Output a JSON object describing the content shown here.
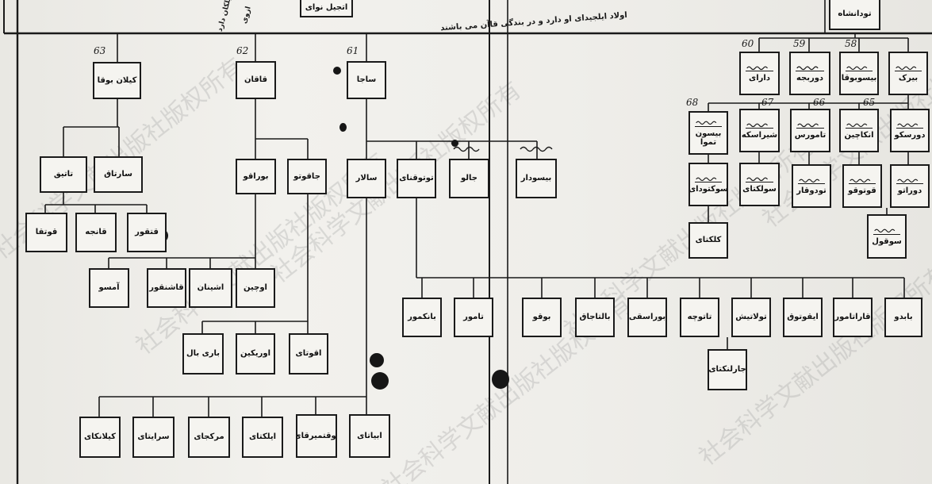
{
  "watermark": "社会科学文献出版社版权所有",
  "header_note": "اولاد ایلجیدای او دارد و در بندگی قاآن می باشند",
  "top_left_notes": [
    "ایلکان دارد",
    "ازوی"
  ],
  "top_box": "اتجیل نوای",
  "top_right_box": "تودانشاه",
  "numbers": {
    "n63": "63",
    "n62": "62",
    "n61": "61",
    "n60": "60",
    "n59": "59",
    "n58": "58",
    "n68": "68",
    "n67": "67",
    "n66": "66",
    "n65": "65"
  },
  "people": {
    "kilan_buqa": "کیلان بوقا",
    "tatiq": "تاتیق",
    "sartaq": "سارتاق",
    "qutqa": "قوتقا",
    "qanje": "قانجه",
    "qutqur": "قتقور",
    "qaqan": "قاقان",
    "buraqu": "بوراقو",
    "jaqutu": "جاقوتو",
    "amisu": "آمسو",
    "qashinqur": "قاشنقور",
    "ishinan": "اشینان",
    "uchin": "اوچین",
    "baribal": "باری بال",
    "urikin": "اوریکین",
    "aqutai": "اقوتای",
    "saja": "ساجا",
    "salar": "سالار",
    "tutuqnai": "توتوقنای",
    "jalu": "جالو",
    "bisudar": "بیسودار",
    "kilankai": "کیلانکای",
    "saraitai": "سرایتای",
    "markjai": "مرکجای",
    "ilktai": "ایلکتای",
    "tuqtamir": "توقتمیرقای",
    "abiyatai": "ابیاتای",
    "bankmur": "بانکمور",
    "tamur": "تامور",
    "buqu": "بوقو",
    "baltajaq": "بالتاجاق",
    "burasqi": "بوراسقی",
    "tatuche": "تاتوچه",
    "tulatish": "تولاتیش",
    "aqutuq": "ایقوتوق",
    "qaratamur": "قاراتامور",
    "babdu": "بابدو",
    "jarlanktai": "جارلنکتای",
    "darai": "دارای",
    "durbaje": "دوربجه",
    "bisubuqa": "بیسوبوقا",
    "bark": "بیرک",
    "bisuntumua": "بیسون تموا",
    "shiraske": "شیراسکه",
    "tamurs": "تامورس",
    "ankajin": "انکاچین",
    "durskui": "دورسکو",
    "suktudai": "سوکتودای",
    "sulktai": "سولکتای",
    "tudqar": "تودوقار",
    "qutuqu": "قوتوقو",
    "durato": "دوراتو",
    "kalktai": "کلکتای",
    "suqul": "سوقول"
  },
  "colors": {
    "ink": "#1a1a1a",
    "paper": "#eeede9",
    "watermark": "#969696"
  }
}
